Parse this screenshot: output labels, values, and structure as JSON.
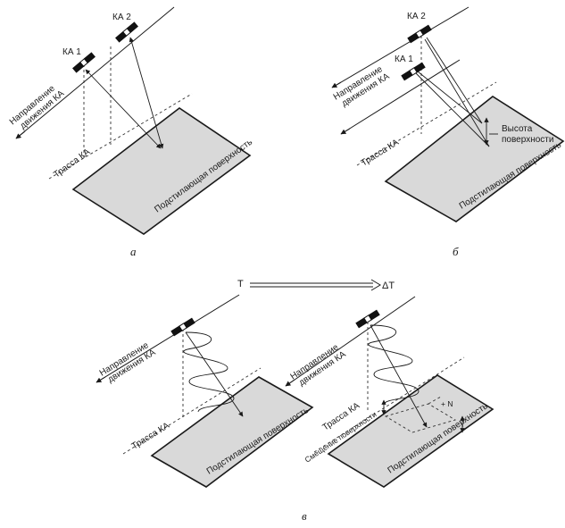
{
  "panel_a": {
    "caption": "а",
    "sat1": "КА 1",
    "sat2": "КА 2",
    "direction_line1": "Направление",
    "direction_line2": "движения КА",
    "track": "Трасса КА",
    "surface": "Подстилающая поверхность"
  },
  "panel_b": {
    "caption": "б",
    "sat1": "КА 1",
    "sat2": "КА 2",
    "direction_line1": "Направление",
    "direction_line2": "движения КА",
    "track": "Трасса КА",
    "height_line1": "Высота",
    "height_line2": "поверхности",
    "surface": "Подстилающая поверхность"
  },
  "panel_c": {
    "caption": "в",
    "time_start": "T",
    "time_delta": "ΔT",
    "direction_line1": "Направление",
    "direction_line2": "движения КА",
    "track_left": "Трасса КА",
    "surface_left": "Подстилающая поверхность",
    "direction_right_line1": "Направление",
    "direction_right_line2": "движения КА",
    "track_right": "Трасса КА",
    "shift": "Смещение поверхности",
    "plus_n": "+ N",
    "surface_right": "Подстилающая поверхность"
  }
}
